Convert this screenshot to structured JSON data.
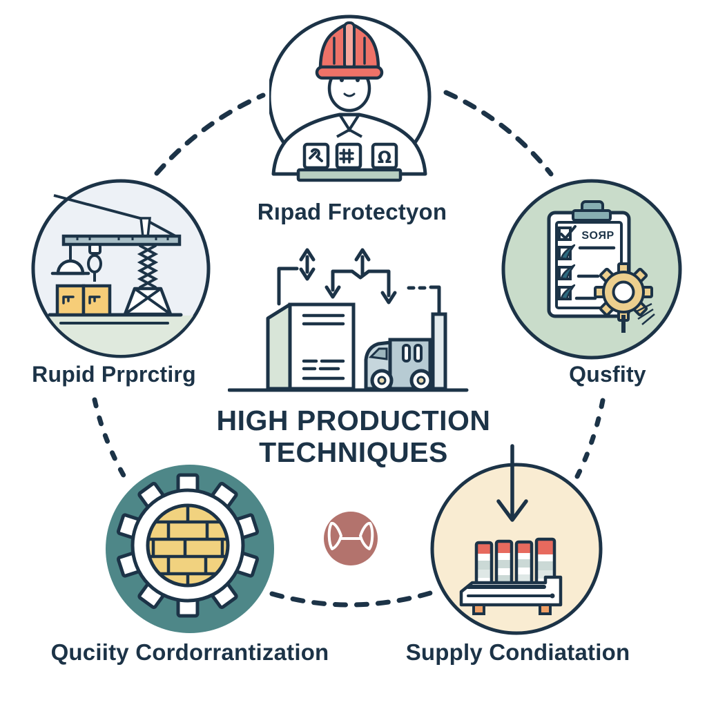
{
  "title": {
    "line1": "HIGH PRODUCTION",
    "line2": "TECHNIQUES"
  },
  "nodes": {
    "top": {
      "label": "Rıpad Frotectyon",
      "icon": "worker-hardhat-icon",
      "badge_omega": "Ω"
    },
    "left": {
      "label": "Rupid Prprctirg",
      "icon": "construction-crane-icon"
    },
    "right": {
      "label": "Qusfity",
      "icon": "clipboard-checklist-gear-icon",
      "clipboard_heading": "SOЯP"
    },
    "bottom_left": {
      "label": "Quciity Cordorrantization",
      "icon": "gear-brick-icon"
    },
    "bottom_right": {
      "label": "Supply Condiatation",
      "icon": "conveyor-bars-icon"
    }
  },
  "center": {
    "icon": "factory-truck-icon",
    "connector_badge_icon": "bowtie-link-icon"
  },
  "colors": {
    "ink": "#1c3347",
    "helmet_red": "#ee7268",
    "helmet_red_light": "#f6a79d",
    "sage_bar": "#b8cfc2",
    "crane_bg": "#edf1f6",
    "crane_ground": "#dfe9dd",
    "beam_gray": "#a9bfc7",
    "crate_tan": "#f6cd78",
    "checklist_bg": "#c9dcca",
    "clip_teal": "#87aeb2",
    "check_teal": "#2e6b80",
    "gear_tan": "#eccf8e",
    "teal_circle": "#4e8788",
    "brick_fill": "#f1d27f",
    "cream_circle": "#f9ecd2",
    "bar_red": "#e76a5e",
    "bar_gray": "#cbd9d6",
    "feet_orange": "#f0a066",
    "mauve_circle": "#b3736d",
    "building_side": "#d8e5d8",
    "truck_body": "#b7cbd3",
    "truck_cab": "#c6d6dc"
  }
}
